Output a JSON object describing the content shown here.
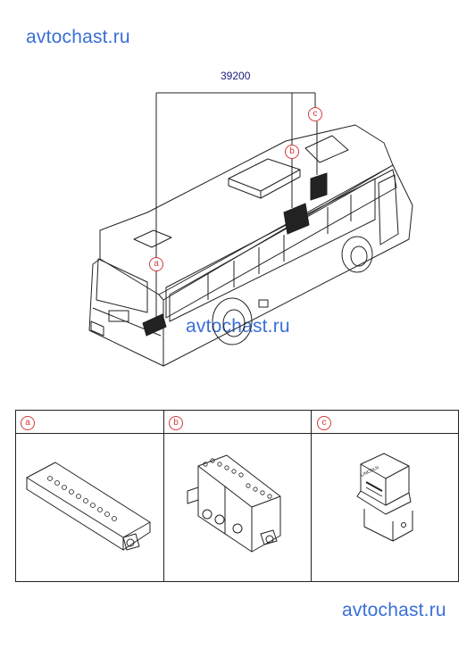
{
  "watermarks": {
    "top": "avtochast.ru",
    "middle": "avtochast.ru",
    "bottom": "avtochast.ru"
  },
  "part_number": "39200",
  "callouts": {
    "a": "a",
    "b": "b",
    "c": "c"
  },
  "panels": [
    {
      "label": "a"
    },
    {
      "label": "b"
    },
    {
      "label": "c"
    }
  ],
  "module_c_text": "LINCOLN",
  "colors": {
    "watermark": "#3a6fd8",
    "callout": "#d23a3a",
    "part_number": "#1a1a7a",
    "line": "#222222"
  }
}
